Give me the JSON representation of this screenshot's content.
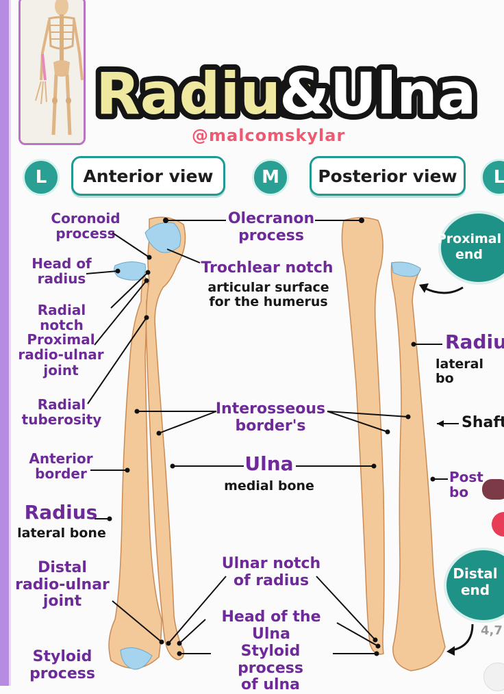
{
  "title": {
    "part1": "Radius",
    "amp": "&",
    "part2": "Ulna"
  },
  "handle": "@malcomskylar",
  "views": [
    {
      "badge": "L",
      "label": "Anterior view"
    },
    {
      "badge": "M",
      "label": "Posterior view"
    },
    {
      "badge": "L"
    }
  ],
  "anterior_labels": {
    "coronoid": "Coronoid\nprocess",
    "head_radius": "Head of\nradius",
    "radial_notch": "Radial notch",
    "proximal_joint": "Proximal\nradio-ulnar\njoint",
    "radial_tuberosity": "Radial\ntuberosity",
    "anterior_border": "Anterior\nborder",
    "radius": "Radius",
    "radius_sub": "lateral bone",
    "distal_joint": "Distal\nradio-ulnar\njoint",
    "styloid": "Styloid\nprocess"
  },
  "center_labels": {
    "olecranon": "Olecranon\nprocess",
    "trochlear": "Trochlear notch",
    "trochlear_sub": "articular surface\nfor the humerus",
    "interosseous": "Interosseous\nborder's",
    "ulna": "Ulna",
    "ulna_sub": "medial bone",
    "ulnar_notch": "Ulnar notch\nof radius",
    "head_ulna": "Head of the Ulna",
    "styloid_ulna": "Styloid process\nof ulna"
  },
  "posterior_labels": {
    "radius": "Radius",
    "radius_sub": "lateral bo",
    "shaft": "Shaft",
    "post": "Post\nbo",
    "proximal_end": "Proximal\nend",
    "distal_end": "Distal\nend",
    "rating": "4,7"
  },
  "colors": {
    "purple": "#6e2a98",
    "teal": "#1f9a92",
    "bone": "#f3c99a",
    "cartilage": "#a6d3ee",
    "handle": "#ee5a70",
    "title_fill": "#efe8a0"
  }
}
